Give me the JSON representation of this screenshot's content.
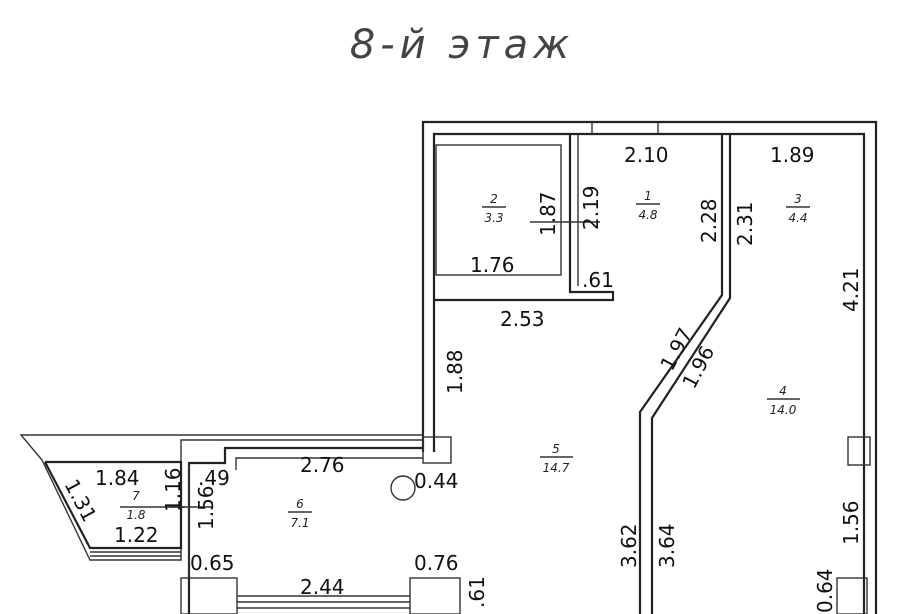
{
  "plan": {
    "title": "8-й этаж",
    "rooms": [
      {
        "number": "1",
        "area": "4.8"
      },
      {
        "number": "2",
        "area": "3.3"
      },
      {
        "number": "3",
        "area": "4.4"
      },
      {
        "number": "4",
        "area": "14.0"
      },
      {
        "number": "5",
        "area": "14.7"
      },
      {
        "number": "6",
        "area": "7.1"
      },
      {
        "number": "7",
        "area": "1.8"
      }
    ],
    "dimensions": {
      "d_2_10": "2.10",
      "d_1_89": "1.89",
      "d_2_19": "2.19",
      "d_1_87": "1.87",
      "d_1_76": "1.76",
      "d_0_61a": ".61",
      "d_2_28": "2.28",
      "d_2_31": "2.31",
      "d_4_21": "4.21",
      "d_2_53": "2.53",
      "d_1_97": "1.97",
      "d_1_96": "1.96",
      "d_1_88": "1.88",
      "d_2_76": "2.76",
      "d_0_44": "0.44",
      "d_0_49": ".49",
      "d_1_84": "1.84",
      "d_1_31": "1.31",
      "d_1_16": "1.16",
      "d_1_56a": "1.56",
      "d_1_22": "1.22",
      "d_0_65": "0.65",
      "d_2_44": "2.44",
      "d_0_76": "0.76",
      "d_0_61b": ".61",
      "d_3_62": "3.62",
      "d_3_64": "3.64",
      "d_1_56b": "1.56",
      "d_0_64": "0.64"
    }
  }
}
